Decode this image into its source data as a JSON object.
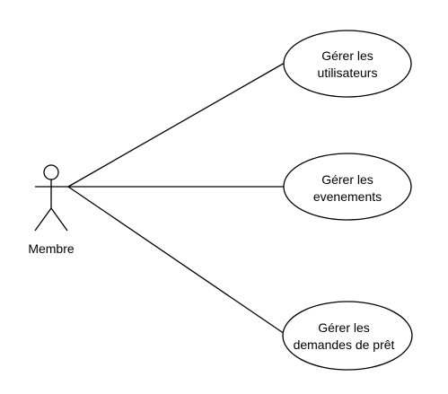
{
  "actor": {
    "label": "Membre"
  },
  "use_cases": [
    {
      "line1": "Gérer les",
      "line2": "utilisateurs"
    },
    {
      "line1": "Gérer les",
      "line2": "evenements"
    },
    {
      "line1": "Gérer les",
      "line2": "demandes de prêt"
    }
  ]
}
